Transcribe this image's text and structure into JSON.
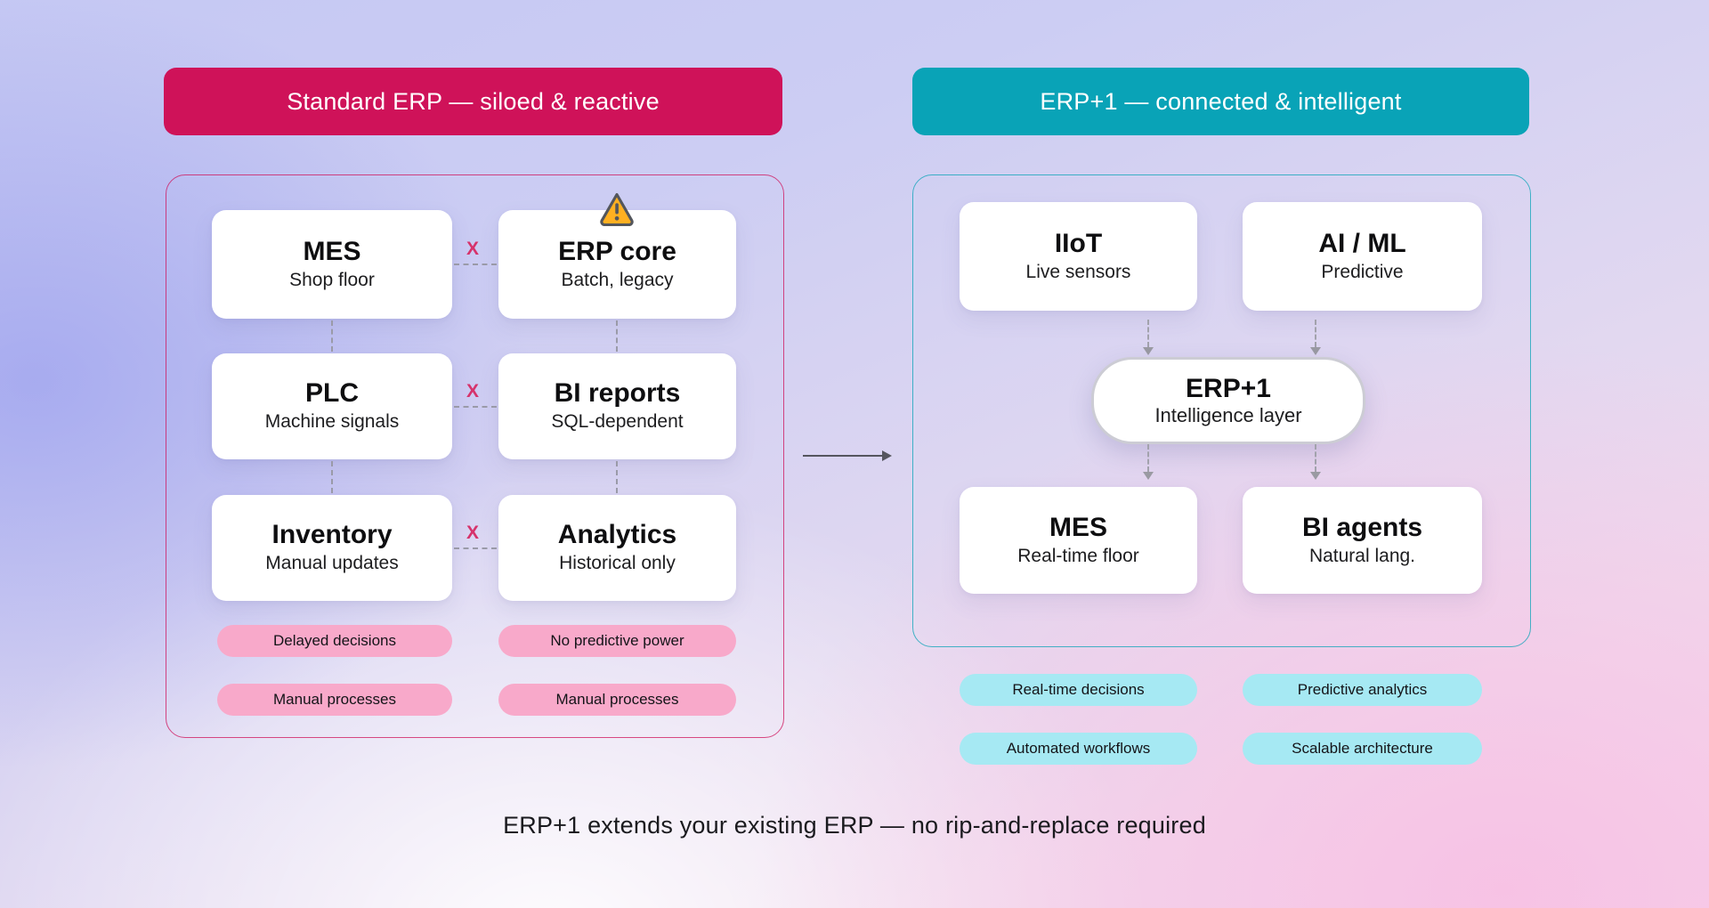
{
  "colors": {
    "crimson_accent": "#cf1259",
    "teal_accent": "#09a3b7",
    "pink_pill": "#f8a9ca",
    "cyan_pill": "#a6e9f3",
    "warning_yellow": "#ffb021",
    "connector_gray": "#9a9aa8"
  },
  "left": {
    "banner": "Standard ERP — siloed & reactive",
    "break_mark": "X",
    "cards": [
      {
        "title": "MES",
        "subtitle": "Shop floor"
      },
      {
        "title": "ERP core",
        "subtitle": "Batch, legacy"
      },
      {
        "title": "PLC",
        "subtitle": "Machine signals"
      },
      {
        "title": "BI reports",
        "subtitle": "SQL-dependent"
      },
      {
        "title": "Inventory",
        "subtitle": "Manual updates"
      },
      {
        "title": "Analytics",
        "subtitle": "Historical only"
      }
    ],
    "pills": [
      "Delayed decisions",
      "No predictive power",
      "Manual processes",
      "Manual processes"
    ]
  },
  "right": {
    "banner": "ERP+1 — connected & intelligent",
    "cards": [
      {
        "title": "IIoT",
        "subtitle": "Live sensors"
      },
      {
        "title": "AI / ML",
        "subtitle": "Predictive"
      },
      {
        "title": "MES",
        "subtitle": "Real-time floor"
      },
      {
        "title": "BI agents",
        "subtitle": "Natural lang."
      }
    ],
    "hub": {
      "title": "ERP+1",
      "subtitle": "Intelligence layer"
    },
    "pills": [
      "Real-time decisions",
      "Predictive analytics",
      "Automated workflows",
      "Scalable architecture"
    ]
  },
  "caption": "ERP+1 extends your existing ERP — no rip-and-replace required"
}
